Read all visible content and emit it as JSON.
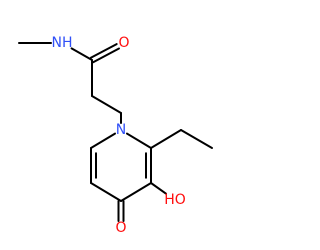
{
  "molecule": {
    "atoms": [
      {
        "id": "c_me",
        "label": "",
        "color": "#000000"
      },
      {
        "id": "n_amide",
        "label": "NH",
        "color": "#3050F8"
      },
      {
        "id": "c_co",
        "label": "",
        "color": "#000000"
      },
      {
        "id": "o_co",
        "label": "O",
        "color": "#FF0D0D"
      },
      {
        "id": "c_a",
        "label": "",
        "color": "#000000"
      },
      {
        "id": "c_b",
        "label": "",
        "color": "#000000"
      },
      {
        "id": "n_ring",
        "label": "N",
        "color": "#3050F8"
      },
      {
        "id": "c2",
        "label": "",
        "color": "#000000"
      },
      {
        "id": "c3",
        "label": "",
        "color": "#000000"
      },
      {
        "id": "c4",
        "label": "",
        "color": "#000000"
      },
      {
        "id": "c5",
        "label": "",
        "color": "#000000"
      },
      {
        "id": "c6",
        "label": "",
        "color": "#000000"
      },
      {
        "id": "c_et1",
        "label": "",
        "color": "#000000"
      },
      {
        "id": "c_et2",
        "label": "",
        "color": "#000000"
      },
      {
        "id": "o_oh",
        "label": "HO",
        "color": "#FF0D0D"
      },
      {
        "id": "o_keto",
        "label": "O",
        "color": "#FF0D0D"
      }
    ],
    "bonds": [
      {
        "from": "c_me",
        "to": "n_amide",
        "order": 1
      },
      {
        "from": "n_amide",
        "to": "c_co",
        "order": 1
      },
      {
        "from": "c_co",
        "to": "o_co",
        "order": 2
      },
      {
        "from": "c_co",
        "to": "c_a",
        "order": 1
      },
      {
        "from": "c_a",
        "to": "c_b",
        "order": 1
      },
      {
        "from": "c_b",
        "to": "n_ring",
        "order": 1
      },
      {
        "from": "n_ring",
        "to": "c2",
        "order": 1
      },
      {
        "from": "c2",
        "to": "c3",
        "order": 2
      },
      {
        "from": "c3",
        "to": "c4",
        "order": 1
      },
      {
        "from": "c4",
        "to": "c5",
        "order": 1
      },
      {
        "from": "c5",
        "to": "c6",
        "order": 2
      },
      {
        "from": "c6",
        "to": "n_ring",
        "order": 1
      },
      {
        "from": "c2",
        "to": "c_et1",
        "order": 1
      },
      {
        "from": "c_et1",
        "to": "c_et2",
        "order": 1
      },
      {
        "from": "c3",
        "to": "o_oh",
        "order": 1
      },
      {
        "from": "c4",
        "to": "o_keto",
        "order": 2
      }
    ]
  }
}
